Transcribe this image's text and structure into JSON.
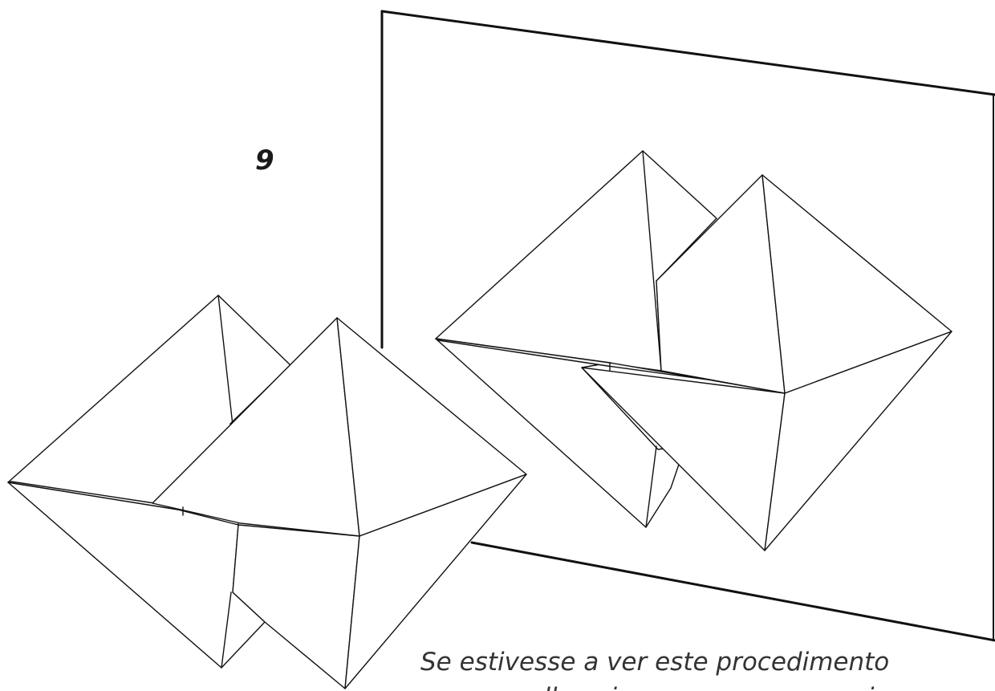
{
  "step": {
    "number": "9"
  },
  "caption": {
    "line1": "Se estivesse a ver este procedimento",
    "line2": "num espelho, siga seus passos e veja"
  },
  "colors": {
    "ink": "#111111",
    "paper": "#ffffff"
  }
}
